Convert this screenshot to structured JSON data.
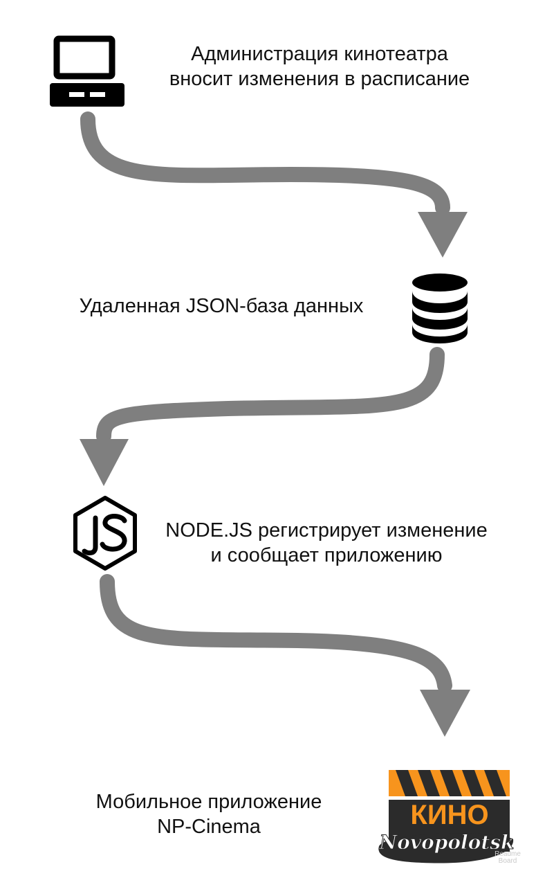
{
  "steps": [
    {
      "line1": "Администрация кинотеатра",
      "line2": "вносит изменения в расписание",
      "icon": "computer-icon"
    },
    {
      "line1": "Удаленная JSON-база данных",
      "icon": "database-icon"
    },
    {
      "line1": "NODE.JS регистрирует изменение",
      "line2": "и сообщает приложению",
      "icon": "nodejs-icon"
    },
    {
      "line1": "Мобильное приложение",
      "line2": "NP-Cinema",
      "icon": "kino-novopolotsk-logo"
    }
  ],
  "logo": {
    "title": "КИНО",
    "subtitle": "Novopolotsk",
    "accent": "#f7941d"
  },
  "watermark": {
    "line1": "Readme",
    "line2": "Board"
  },
  "colors": {
    "arrow": "#7f7f7f",
    "icon": "#000000"
  }
}
